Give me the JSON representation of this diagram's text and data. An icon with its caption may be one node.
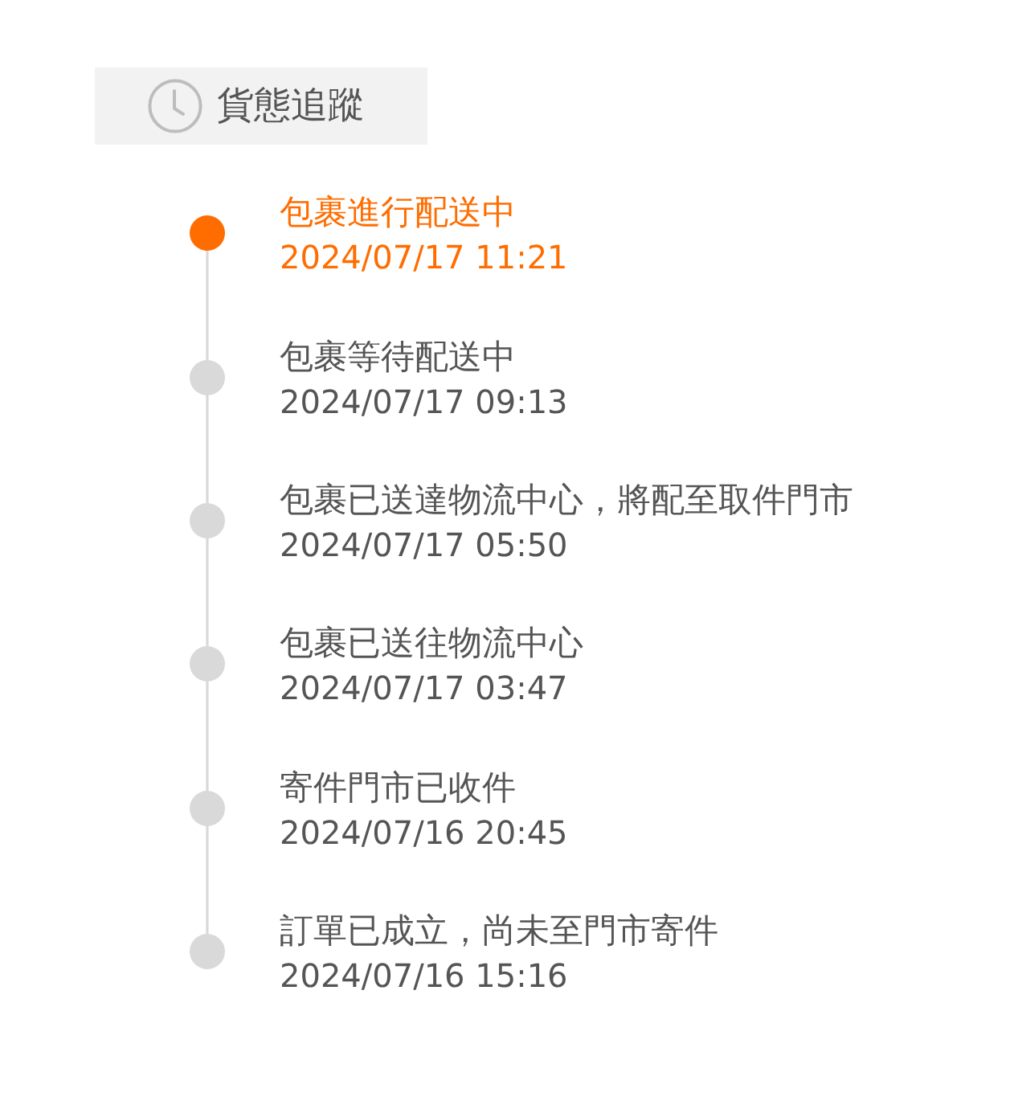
{
  "diagram": {
    "title": "貨態追蹤",
    "nodes": [
      {
        "text": [],
        "shape": "circle",
        "beside": [
          "包裹進行配送中",
          "2024/07/17 11:21"
        ]
      },
      {
        "text": [],
        "shape": "circle",
        "beside": [
          "包裹等待配送中",
          "2024/07/17 09:13"
        ]
      },
      {
        "text": [],
        "shape": "circle",
        "beside": [
          "包裹已送達物流中心，將配至取件門市",
          "2024/07/17 05:50"
        ]
      },
      {
        "text": [],
        "shape": "circle",
        "beside": [
          "包裹已送往物流中心",
          "2024/07/17 03:47"
        ]
      },
      {
        "text": [],
        "shape": "circle",
        "beside": [
          "寄件門市已收件",
          "2024/07/16 20:45"
        ]
      },
      {
        "text": [],
        "shape": "circle",
        "beside": [
          "訂單已成立，尚未至門市寄件",
          "2024/07/16 15:16"
        ]
      }
    ],
    "edges": [
      {
        "from": 0,
        "to": 1,
        "arrow": "none"
      },
      {
        "from": 1,
        "to": 2,
        "arrow": "none"
      },
      {
        "from": 2,
        "to": 3,
        "arrow": "none"
      },
      {
        "from": 3,
        "to": 4,
        "arrow": "none"
      },
      {
        "from": 4,
        "to": 5,
        "arrow": "none"
      }
    ]
  }
}
